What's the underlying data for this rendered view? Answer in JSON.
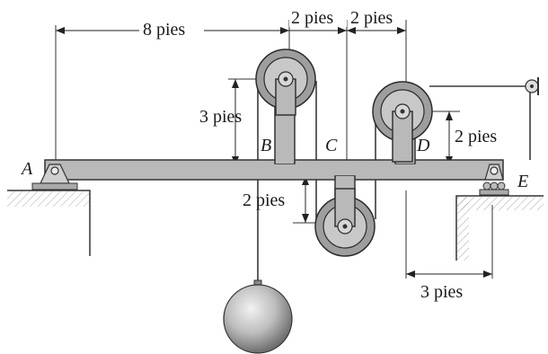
{
  "labels": {
    "point_a": "A",
    "point_b": "B",
    "point_c": "C",
    "point_d": "D",
    "point_e": "E"
  },
  "dimensions": {
    "a_to_b": "8 pies",
    "b_to_c": "2 pies",
    "c_to_d": "2 pies",
    "pulley_b_height": "3 pies",
    "pulley_d_height": "2 pies",
    "pulley_c_drop": "2 pies",
    "d_to_e": "3 pies"
  }
}
